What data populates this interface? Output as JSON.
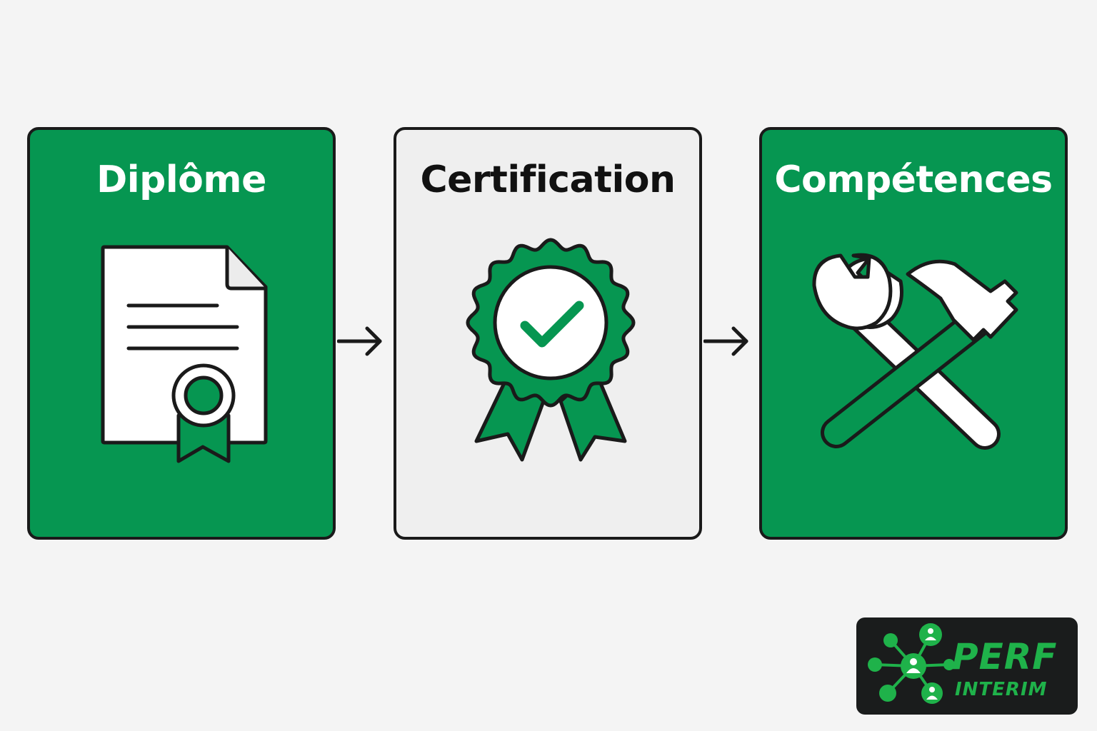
{
  "steps": [
    {
      "title": "Diplôme",
      "icon": "diploma-document-icon",
      "color": "#069651"
    },
    {
      "title": "Certification",
      "icon": "certification-rosette-icon",
      "color": "#efefef"
    },
    {
      "title": "Compétences",
      "icon": "wrench-hammer-icon",
      "color": "#069651"
    }
  ],
  "connectors": [
    "arrow-right-icon",
    "arrow-right-icon"
  ],
  "logo": {
    "brand": "PERF",
    "subtitle": "INTERIM",
    "icon": "network-people-icon",
    "accent": "#1fb24a",
    "background": "#1a1c1c"
  }
}
